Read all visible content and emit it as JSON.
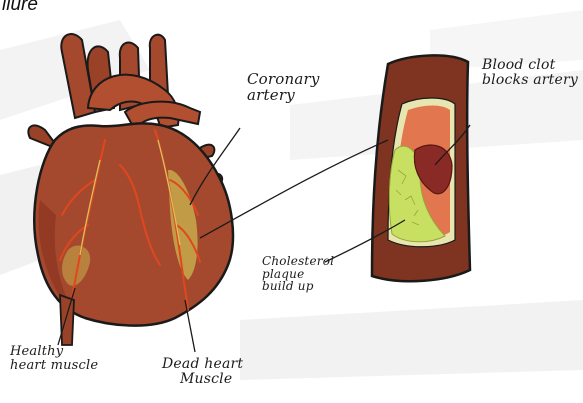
{
  "title_fragment": "ilure",
  "labels": {
    "coronary": [
      "Coronary",
      "artery"
    ],
    "blood_clot": [
      "Blood clot",
      "blocks artery"
    ],
    "cholesterol": [
      "Cholesterol",
      "plaque",
      "build up"
    ],
    "healthy": [
      "Healthy",
      "heart muscle"
    ],
    "dead": [
      "Dead heart",
      "Muscle"
    ]
  },
  "colors": {
    "heart": "#a4492e",
    "heart_dark": "#7b2a18",
    "artery_wall": "#7e3420",
    "plaque": "#c8e061",
    "plaque_edge": "#e8e6b0",
    "clot": "#8a2a26",
    "lumen": "#e2774f",
    "dead_zone": "#c9b04d",
    "vessel_line": "#e0471e",
    "wall_shadow": "#ececec"
  }
}
